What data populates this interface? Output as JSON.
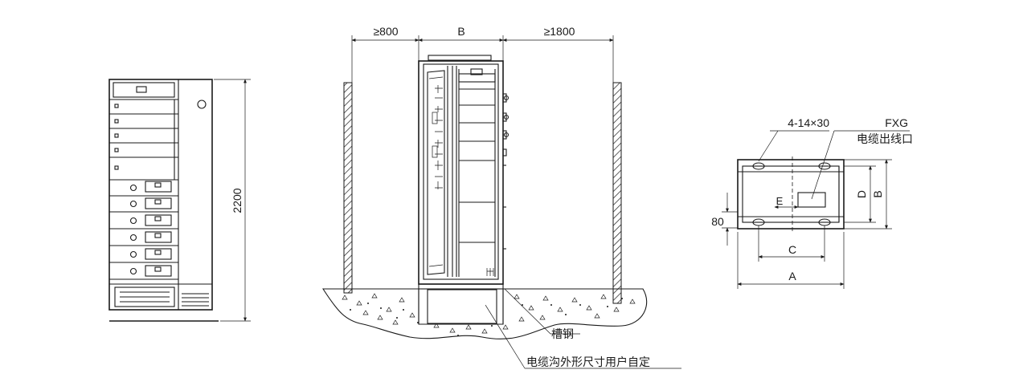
{
  "front_view": {
    "height_label": "2200"
  },
  "side_view": {
    "left_clearance_label": "≥800",
    "width_label": "B",
    "right_clearance_label": "≥1800",
    "channel_steel_label": "槽钢",
    "cable_trench_label": "电缆沟外形尺寸用户自定"
  },
  "plan_view": {
    "holes_label": "4-14×30",
    "fxg_label": "FXG",
    "cable_outlet_label": "电缆出线口",
    "dim_a_label": "A",
    "dim_b_label": "B",
    "dim_c_label": "C",
    "dim_d_label": "D",
    "dim_e_label": "E",
    "dim_80_label": "80"
  }
}
